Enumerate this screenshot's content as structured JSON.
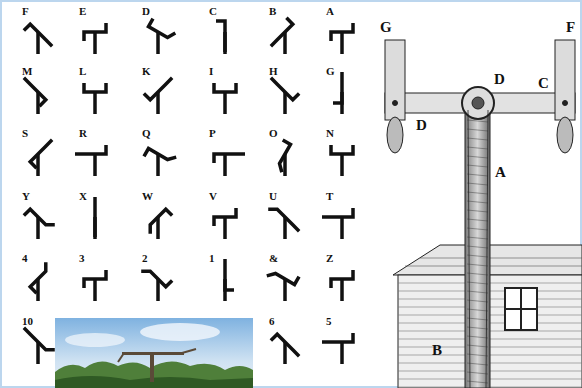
{
  "diagram": {
    "labels": [
      "F",
      "E",
      "D",
      "C",
      "B",
      "A",
      "M",
      "L",
      "K",
      "I",
      "H",
      "G",
      "S",
      "R",
      "Q",
      "P",
      "O",
      "N",
      "Y",
      "X",
      "W",
      "V",
      "U",
      "T",
      "4",
      "3",
      "2",
      "1",
      "&",
      "Z",
      "10",
      "6",
      "5",
      "G",
      "F",
      "D",
      "C",
      "D",
      "A",
      "B"
    ]
  }
}
